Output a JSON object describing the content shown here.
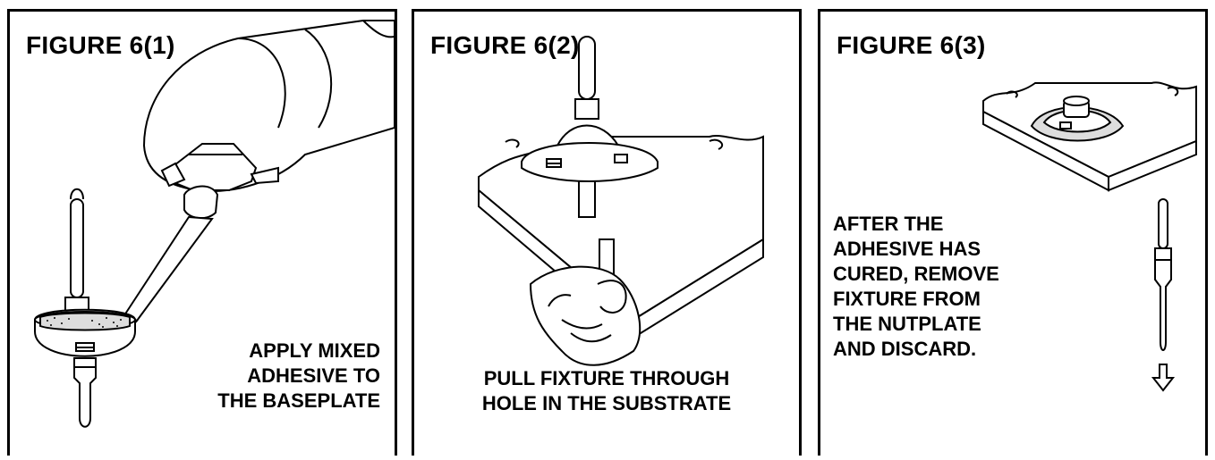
{
  "figures": [
    {
      "title": "FIGURE 6(1)",
      "caption_lines": [
        "APPLY MIXED",
        "ADHESIVE TO",
        "THE BASEPLATE"
      ]
    },
    {
      "title": "FIGURE 6(2)",
      "caption_lines": [
        "PULL FIXTURE THROUGH",
        "HOLE IN THE SUBSTRATE"
      ]
    },
    {
      "title": "FIGURE 6(3)",
      "caption_lines": [
        "AFTER THE",
        "ADHESIVE HAS",
        "CURED, REMOVE",
        "FIXTURE FROM",
        "THE NUTPLATE",
        "AND DISCARD."
      ]
    }
  ],
  "colors": {
    "ink": "#000000",
    "paper": "#ffffff"
  }
}
